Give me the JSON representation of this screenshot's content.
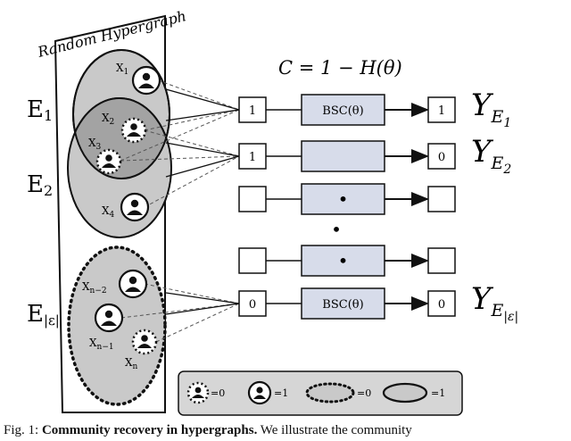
{
  "frame_label": "Random Hypergraph",
  "capacity_formula": "C = 1 − H(θ)",
  "edge_labels": {
    "e1_letter": "E",
    "e1_sub": "1",
    "e2_letter": "E",
    "e2_sub": "2",
    "elast_letter": "E",
    "elast_sub": "|ε|"
  },
  "nodes": {
    "x1": {
      "main": "X",
      "sub": "1"
    },
    "x2": {
      "main": "X",
      "sub": "2"
    },
    "x3": {
      "main": "X",
      "sub": "3"
    },
    "x4": {
      "main": "X",
      "sub": "4"
    },
    "xn2": {
      "main": "X",
      "sub": "n−2"
    },
    "xn1": {
      "main": "X",
      "sub": "n−1"
    },
    "xn": {
      "main": "X",
      "sub": "n"
    }
  },
  "channel_rows": [
    {
      "input": "1",
      "channel": "BSC(θ)",
      "output": "1",
      "y_letter": "Y",
      "y_sub": "E",
      "y_subsub": "1"
    },
    {
      "input": "1",
      "channel": "",
      "output": "0",
      "y_letter": "Y",
      "y_sub": "E",
      "y_subsub": "2"
    },
    {
      "input": "",
      "channel": "•",
      "output": "",
      "y_letter": "",
      "y_sub": "",
      "y_subsub": ""
    },
    {
      "input": "",
      "channel": "•",
      "output": "",
      "y_letter": "",
      "y_sub": "",
      "y_subsub": ""
    },
    {
      "input": "0",
      "channel": "BSC(θ)",
      "output": "0",
      "y_letter": "Y",
      "y_sub": "E",
      "y_subsub": "|ε|"
    }
  ],
  "middle_dot": "•",
  "legend": {
    "dotted_person": "=0",
    "solid_person": "=1",
    "dotted_ellipse": "=0",
    "solid_ellipse": "=1"
  },
  "caption": {
    "prefix": "Fig. 1: ",
    "bold": "Community recovery in hypergraphs.",
    "rest": " We illustrate the community"
  },
  "colors": {
    "edge_fill": "#c9c9c9",
    "overlap_fill": "#a3a3a3",
    "channel_fill": "#d7dcea",
    "legend_fill": "#d6d6d6",
    "stroke": "#111111"
  }
}
